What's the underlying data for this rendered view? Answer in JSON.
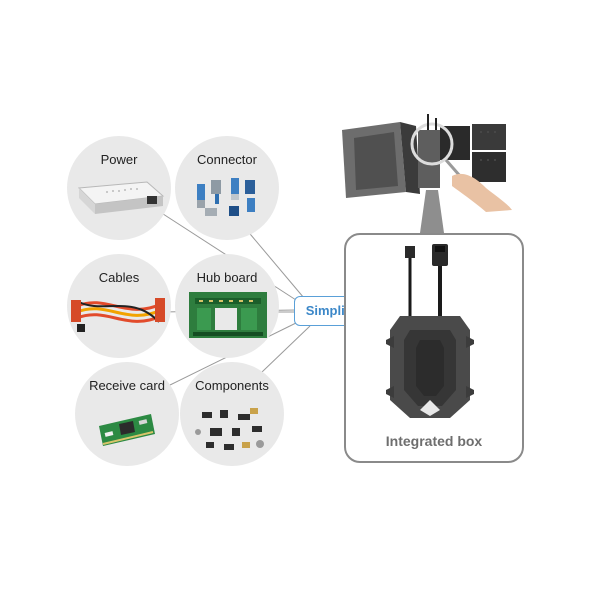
{
  "items": [
    {
      "label": "Power"
    },
    {
      "label": "Connector"
    },
    {
      "label": "Cables"
    },
    {
      "label": "Hub board"
    },
    {
      "label": "Receive card"
    },
    {
      "label": "Components"
    }
  ],
  "center_label": "Simplify",
  "result_label": "Integrated box",
  "colors": {
    "circle_fill": "#e9e9e9",
    "simplify_border": "#5aa0d8",
    "simplify_text": "#3b87c8",
    "panel_border": "#8a8a8a",
    "caption_text": "#6e6e6e"
  }
}
